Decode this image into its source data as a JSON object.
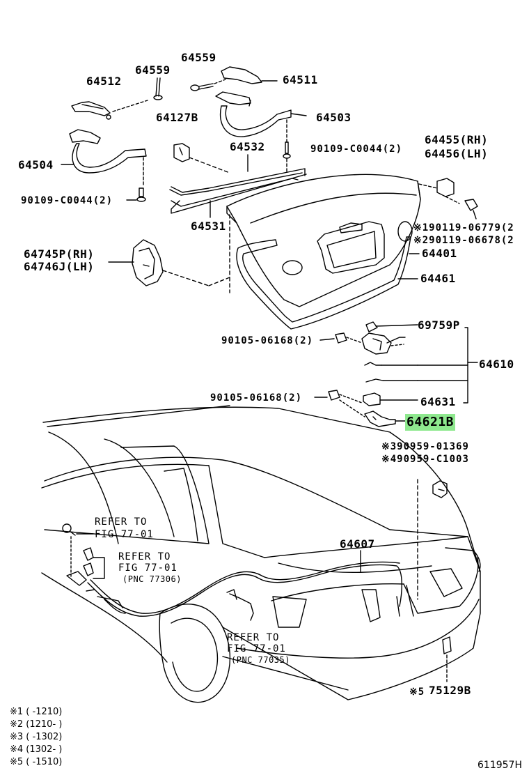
{
  "labels": {
    "p64559a": "64559",
    "p64559b": "64559",
    "p64512": "64512",
    "p64511": "64511",
    "p64503": "64503",
    "p64127b": "64127B",
    "p64504": "64504",
    "p64532": "64532",
    "p90109a": "90109-C0044(2)",
    "p90109b": "90109-C0044(2)",
    "p64455": "64455(RH)",
    "p64456": "64456(LH)",
    "p64531": "64531",
    "p90119a": "※190119-06779(2",
    "p90119b": "※290119-06678(2",
    "p64745": "64745P(RH)",
    "p64746": "64746J(LH)",
    "p64401": "64401",
    "p64461": "64461",
    "p69759": "69759P",
    "p90105a": "90105-06168(2)",
    "p64610": "64610",
    "p90105b": "90105-06168(2)",
    "p64631": "64631",
    "p64621b": "64621B",
    "p90959a": "※390959-01369",
    "p90959b": "※490959-C1003",
    "ref1a": "REFER TO",
    "ref1b": "FIG 77-01",
    "ref2a": "REFER TO",
    "ref2b": "FIG 77-01",
    "ref2c": "(PNC 77306)",
    "p64607": "64607",
    "ref3a": "REFER TO",
    "ref3b": "FIG 77-01",
    "ref3c": "(PNC 77035)",
    "p75129b": "75129B",
    "p75129b_mark": "※5"
  },
  "footnotes": [
    "※1 (        -1210)",
    "※2 (1210-        )",
    "※3 (        -1302)",
    "※4 (1302-        )",
    "※5 (        -1510)"
  ],
  "figure_code": "611957H",
  "highlight_color": "#8ee88e"
}
